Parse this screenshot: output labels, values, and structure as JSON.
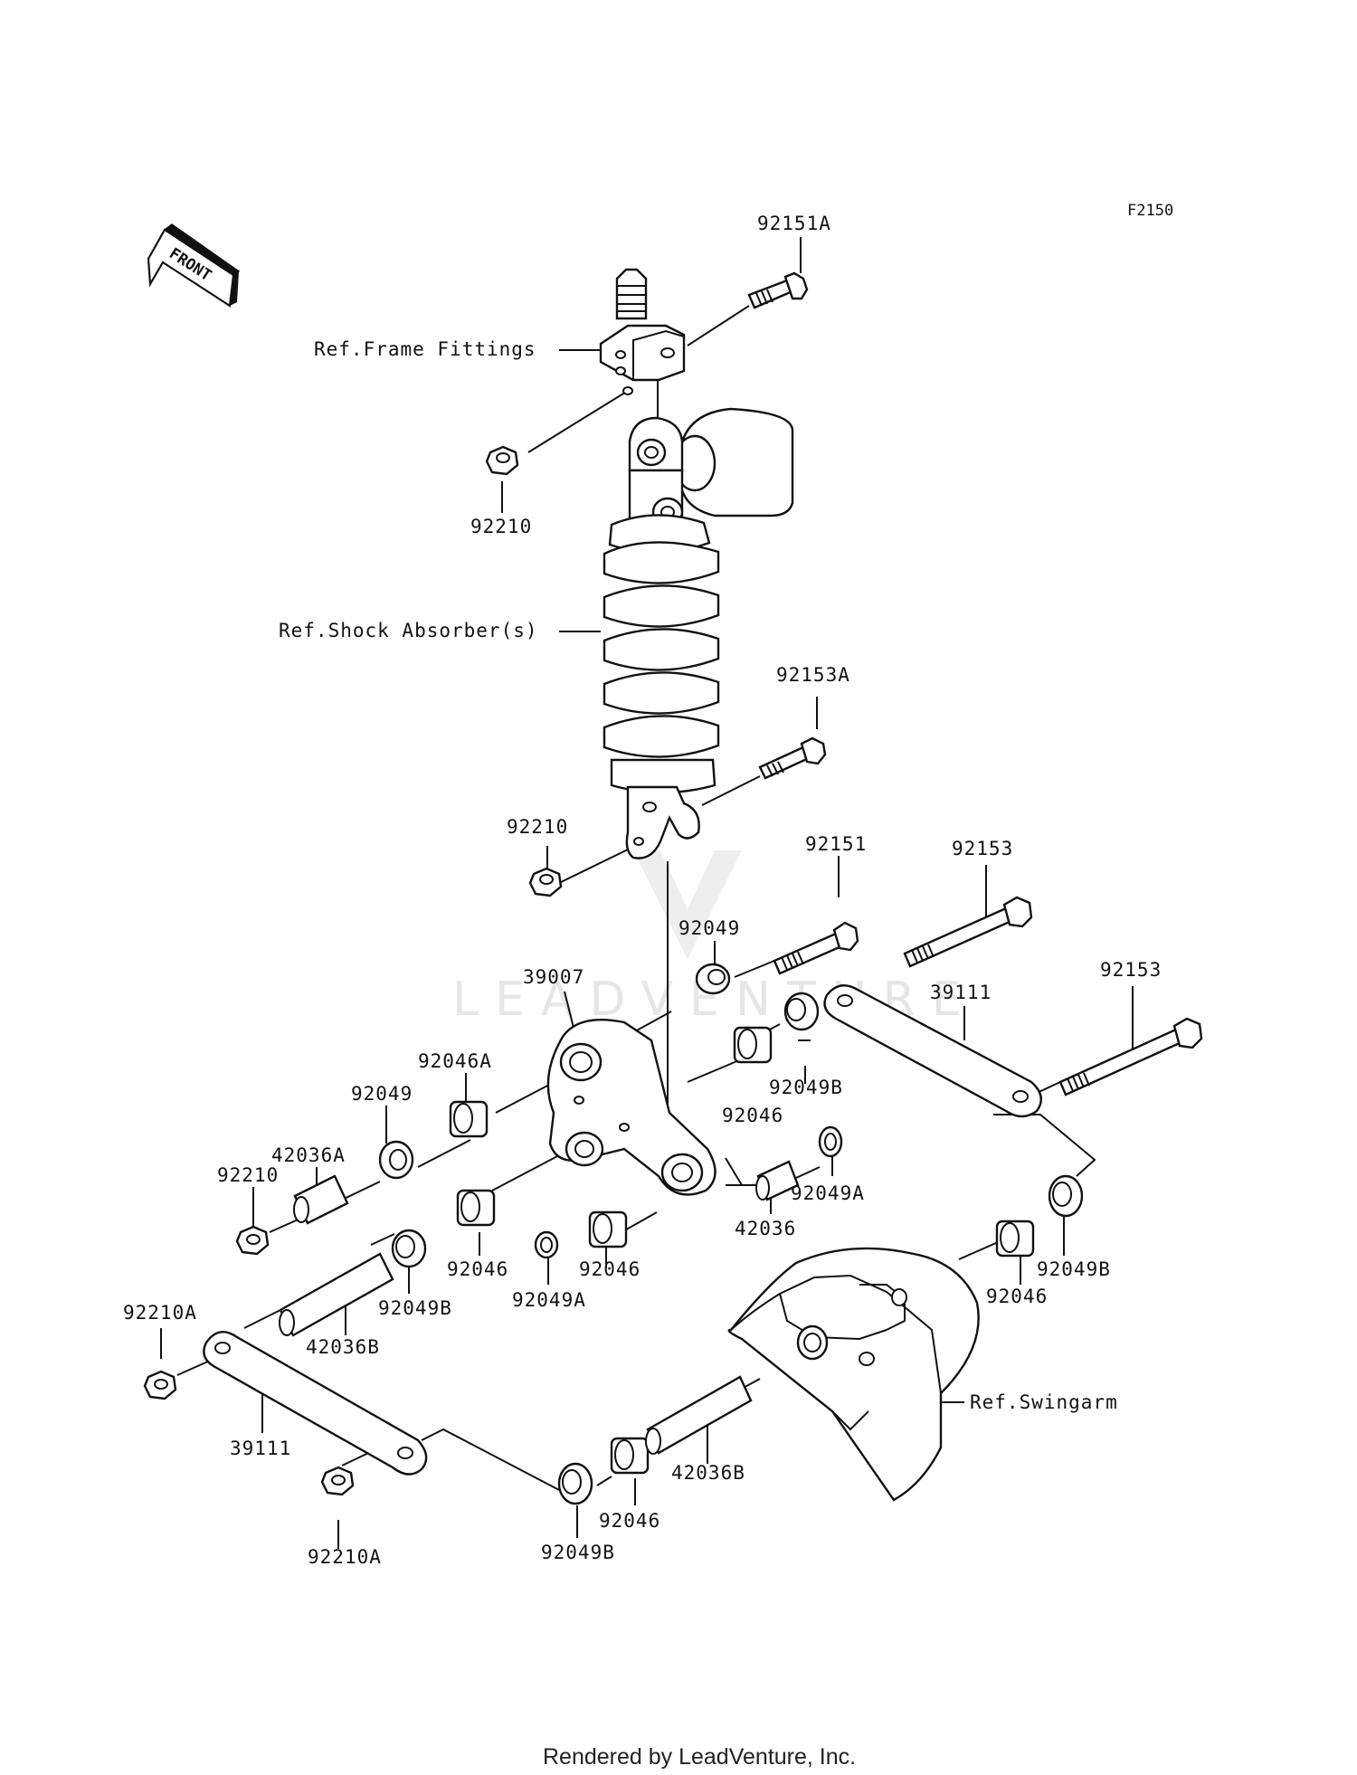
{
  "diagram_code": "F2150",
  "front_badge": "FRONT",
  "references": {
    "frame_fittings": "Ref.Frame Fittings",
    "shock_absorber": "Ref.Shock Absorber(s)",
    "swingarm": "Ref.Swingarm"
  },
  "callouts": [
    {
      "id": "c1",
      "text": "92151A"
    },
    {
      "id": "c2",
      "text": "92210"
    },
    {
      "id": "c3",
      "text": "92153A"
    },
    {
      "id": "c4",
      "text": "92210"
    },
    {
      "id": "c5",
      "text": "92151"
    },
    {
      "id": "c6",
      "text": "92153"
    },
    {
      "id": "c7",
      "text": "92049"
    },
    {
      "id": "c8",
      "text": "39007"
    },
    {
      "id": "c9",
      "text": "39111"
    },
    {
      "id": "c10",
      "text": "92153"
    },
    {
      "id": "c11",
      "text": "92046A"
    },
    {
      "id": "c12",
      "text": "92049"
    },
    {
      "id": "c13",
      "text": "92049B"
    },
    {
      "id": "c14",
      "text": "92046"
    },
    {
      "id": "c15",
      "text": "42036A"
    },
    {
      "id": "c16",
      "text": "92210"
    },
    {
      "id": "c17",
      "text": "92049A"
    },
    {
      "id": "c18",
      "text": "42036"
    },
    {
      "id": "c19",
      "text": "92046"
    },
    {
      "id": "c20",
      "text": "92049A"
    },
    {
      "id": "c21",
      "text": "92046"
    },
    {
      "id": "c22",
      "text": "92049B"
    },
    {
      "id": "c23",
      "text": "92046"
    },
    {
      "id": "c24",
      "text": "92049B"
    },
    {
      "id": "c25",
      "text": "42036B"
    },
    {
      "id": "c26",
      "text": "92210A"
    },
    {
      "id": "c27",
      "text": "39111"
    },
    {
      "id": "c28",
      "text": "92210A"
    },
    {
      "id": "c29",
      "text": "92049B"
    },
    {
      "id": "c30",
      "text": "92046"
    },
    {
      "id": "c31",
      "text": "42036B"
    }
  ],
  "watermark": "LEADVENTURE",
  "footer": "Rendered by LeadVenture, Inc."
}
